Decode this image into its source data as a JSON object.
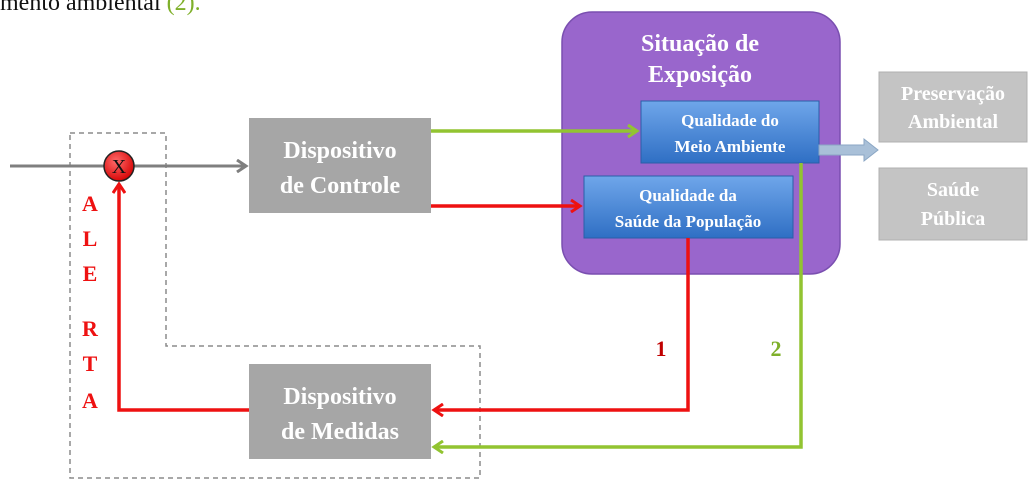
{
  "header": {
    "text": "mento ambiental",
    "ref": "(2)."
  },
  "situation": {
    "line1": "Situação de",
    "line2": "Exposição"
  },
  "quality_environment": {
    "line1": "Qualidade do",
    "line2": "Meio Ambiente"
  },
  "quality_health": {
    "line1": "Qualidade da",
    "line2": "Saúde da População"
  },
  "control_device": {
    "line1": "Dispositivo",
    "line2": "de Controle"
  },
  "measure_device": {
    "line1": "Dispositivo",
    "line2": "de Medidas"
  },
  "preservation": {
    "line1": "Preservação",
    "line2": "Ambiental"
  },
  "public_health": {
    "line1": "Saúde",
    "line2": "Pública"
  },
  "alert_letters": [
    "A",
    "L",
    "E",
    "R",
    "T",
    "A"
  ],
  "junction_symbol": "X",
  "path_labels": {
    "red": "1",
    "green": "2"
  },
  "colors": {
    "red": "#ee1111",
    "green": "#92c431",
    "gray_arrow": "#7f7f7f",
    "box_gray": "#a6a6a6",
    "box_light": "#c4c4c4",
    "purple": "#9966cc",
    "blue": "#3c7fd4",
    "out_arrow": "#a9c0d8"
  }
}
